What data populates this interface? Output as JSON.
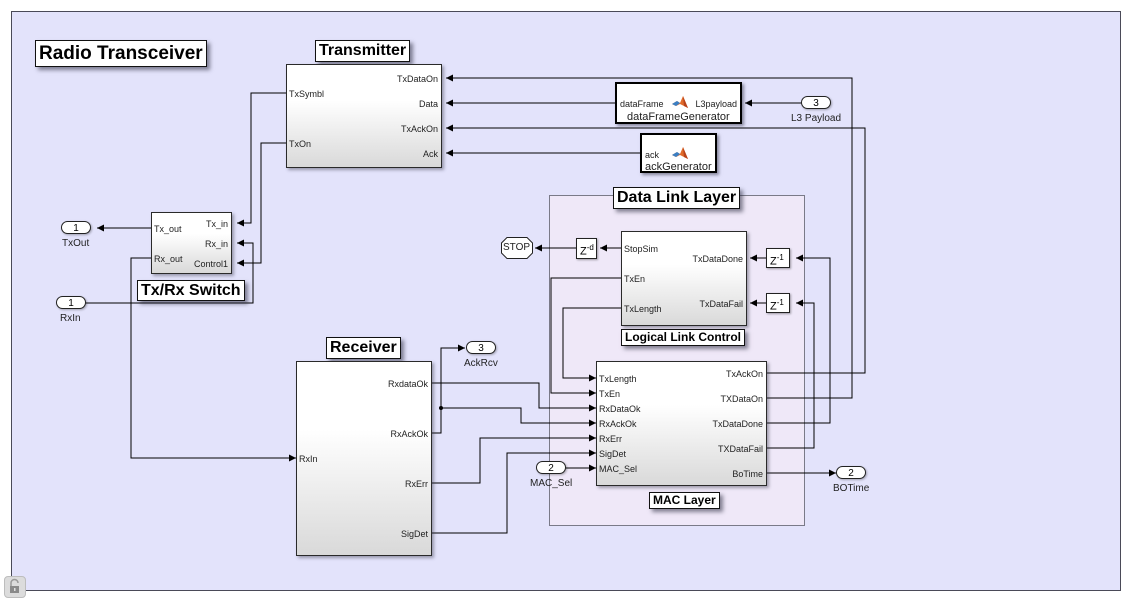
{
  "model": {
    "title": "Radio Transceiver"
  },
  "transmitter": {
    "title": "Transmitter",
    "inputs": [
      "TxSymbl",
      "TxOn"
    ],
    "outputs": [
      "TxDataOn",
      "Data",
      "TxAckOn",
      "Ack"
    ]
  },
  "dataFrameGenerator": {
    "name": "dataFrameGenerator",
    "in_port": "dataFrame",
    "out_port": "L3payload",
    "icon": "matlab-function-icon"
  },
  "ackGenerator": {
    "name": "ackGenerator",
    "port": "ack",
    "icon": "matlab-function-icon"
  },
  "inports": [
    {
      "number": "3",
      "label": "L3 Payload"
    },
    {
      "number": "1",
      "label": "RxIn"
    },
    {
      "number": "2",
      "label": "MAC_Sel"
    }
  ],
  "outports": [
    {
      "number": "1",
      "label": "TxOut"
    },
    {
      "number": "3",
      "label": "AckRcv"
    },
    {
      "number": "2",
      "label": "BOTime"
    }
  ],
  "txrxSwitch": {
    "title": "Tx/Rx Switch",
    "left_ports": [
      "Tx_out",
      "Rx_out"
    ],
    "right_ports": [
      "Tx_in",
      "Rx_in",
      "Control1"
    ]
  },
  "dataLinkLayer": {
    "title": "Data Link Layer"
  },
  "stopBlock": {
    "label": "STOP"
  },
  "delays": {
    "variable": {
      "base": "Z",
      "exp": "-d"
    },
    "unit1": {
      "base": "Z",
      "exp": "-1"
    },
    "unit2": {
      "base": "Z",
      "exp": "-1"
    }
  },
  "llc": {
    "title": "Logical Link Control",
    "left_ports": [
      "StopSim",
      "TxEn",
      "TxLength"
    ],
    "right_ports": [
      "TxDataDone",
      "TxDataFail"
    ]
  },
  "receiver": {
    "title": "Receiver",
    "inputs": [
      "RxIn"
    ],
    "outputs": [
      "RxdataOk",
      "RxAckOk",
      "RxErr",
      "SigDet"
    ]
  },
  "mac": {
    "title": "MAC Layer",
    "inputs": [
      "TxLength",
      "TxEn",
      "RxDataOk",
      "RxAckOk",
      "RxErr",
      "SigDet",
      "MAC_Sel"
    ],
    "outputs": [
      "TxAckOn",
      "TXDataOn",
      "TxDataDone",
      "TXDataFail",
      "BoTime"
    ]
  },
  "ui": {
    "lock_icon": "unlock-icon"
  }
}
